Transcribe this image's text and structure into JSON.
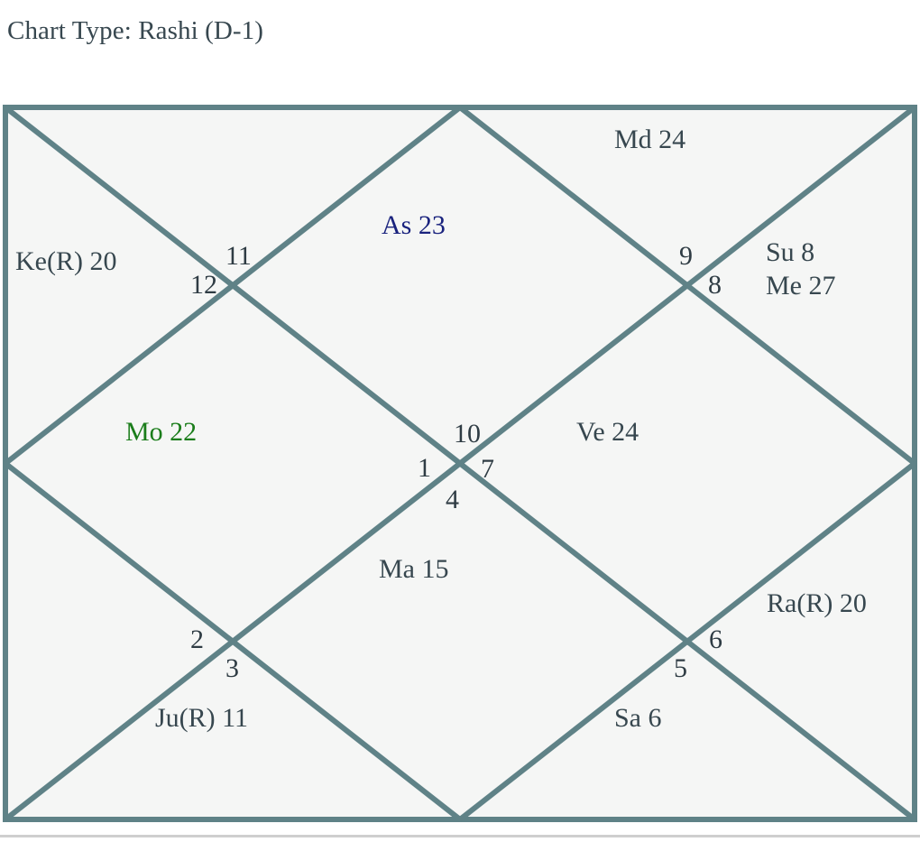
{
  "page": {
    "heading": "Chart Type: Rashi (D-1)",
    "background_color": "#ffffff",
    "divider_color": "#cfcfcf"
  },
  "chart": {
    "style": "north-indian-diamond",
    "line_color": "#5f8287",
    "fill_color": "#f5f6f5",
    "border_color": "#5f8287",
    "house_number_color": "#2f3c44",
    "planet_text_color": "#37474f",
    "ascendant_color": "#1a237e",
    "moon_color": "#1b7d1b"
  },
  "chart_data": {
    "type": "table",
    "title": "Chart Type: Rashi (D-1)",
    "chart_style": "North Indian (diamond) Vedic Rashi chart",
    "house_numbers": [
      "1",
      "2",
      "3",
      "4",
      "5",
      "6",
      "7",
      "8",
      "9",
      "10",
      "11",
      "12"
    ],
    "houses": [
      {
        "house": "1",
        "position": "center-left",
        "planets": []
      },
      {
        "house": "2",
        "position": "bottom-left-upper",
        "planets": []
      },
      {
        "house": "3",
        "position": "bottom-left-lower",
        "planets": [
          {
            "label": "Ju(R) 11",
            "body": "Ju",
            "retrograde": true,
            "degree": 11,
            "color": "#37474f"
          }
        ]
      },
      {
        "house": "4",
        "position": "center-bottom",
        "planets": [
          {
            "label": "Ma 15",
            "body": "Ma",
            "retrograde": false,
            "degree": 15,
            "color": "#37474f"
          }
        ]
      },
      {
        "house": "5",
        "position": "bottom-right-lower",
        "planets": [
          {
            "label": "Sa 6",
            "body": "Sa",
            "retrograde": false,
            "degree": 6,
            "color": "#37474f"
          }
        ]
      },
      {
        "house": "6",
        "position": "bottom-right-upper",
        "planets": [
          {
            "label": "Ra(R) 20",
            "body": "Ra",
            "retrograde": true,
            "degree": 20,
            "color": "#37474f"
          }
        ]
      },
      {
        "house": "7",
        "position": "center-right",
        "planets": [
          {
            "label": "Ve 24",
            "body": "Ve",
            "retrograde": false,
            "degree": 24,
            "color": "#37474f"
          }
        ]
      },
      {
        "house": "8",
        "position": "top-right-lower",
        "planets": [
          {
            "label": "Su 8",
            "body": "Su",
            "retrograde": false,
            "degree": 8,
            "color": "#37474f"
          },
          {
            "label": "Me 27",
            "body": "Me",
            "retrograde": false,
            "degree": 27,
            "color": "#37474f"
          }
        ]
      },
      {
        "house": "9",
        "position": "top-right-upper",
        "planets": []
      },
      {
        "house": "10",
        "position": "center-top",
        "planets": [
          {
            "label": "Md 24",
            "body": "Md",
            "retrograde": false,
            "degree": 24,
            "color": "#37474f"
          }
        ]
      },
      {
        "house": "11",
        "position": "top-left-upper",
        "planets": []
      },
      {
        "house": "12",
        "position": "top-left-lower",
        "planets": [
          {
            "label": "Ke(R) 20",
            "body": "Ke",
            "retrograde": true,
            "degree": 20,
            "color": "#37474f"
          }
        ]
      }
    ],
    "labels": {
      "ascendant": "As 23",
      "midheaven": "Md 24",
      "moon": "Mo 22",
      "ketu": "Ke(R) 20",
      "sun": "Su 8",
      "mercury": "Me 27",
      "venus": "Ve 24",
      "mars": "Ma 15",
      "jupiter": "Ju(R) 11",
      "saturn": "Sa 6",
      "rahu": "Ra(R) 20"
    },
    "house_label_1": "1",
    "house_label_2": "2",
    "house_label_3": "3",
    "house_label_4": "4",
    "house_label_5": "5",
    "house_label_6": "6",
    "house_label_7": "7",
    "house_label_8": "8",
    "house_label_9": "9",
    "house_label_10": "10",
    "house_label_11": "11",
    "house_label_12": "12"
  }
}
